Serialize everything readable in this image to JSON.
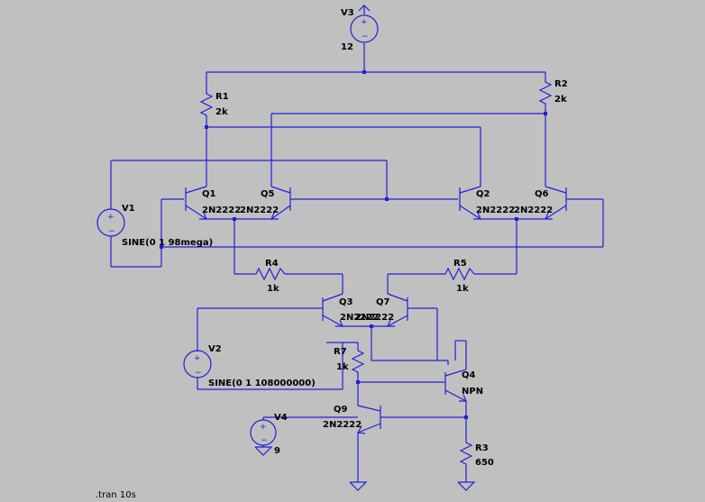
{
  "components": {
    "V3": {
      "name": "V3",
      "value": "12"
    },
    "R1": {
      "name": "R1",
      "value": "2k"
    },
    "R2": {
      "name": "R2",
      "value": "2k"
    },
    "V1": {
      "name": "V1",
      "value": "SINE(0 1 98mega)"
    },
    "Q1": {
      "name": "Q1",
      "model": "2N2222"
    },
    "Q5": {
      "name": "Q5",
      "model": "2N2222"
    },
    "Q2": {
      "name": "Q2",
      "model": "2N2222"
    },
    "Q6": {
      "name": "Q6",
      "model": "2N2222"
    },
    "R4": {
      "name": "R4",
      "value": "1k"
    },
    "R5": {
      "name": "R5",
      "value": "1k"
    },
    "Q3": {
      "name": "Q3",
      "model": "2N2222"
    },
    "Q7": {
      "name": "Q7",
      "model": "2N2222"
    },
    "V2": {
      "name": "V2",
      "value": "SINE(0 1 108000000)"
    },
    "R7": {
      "name": "R7",
      "value": "1k"
    },
    "Q4": {
      "name": "Q4",
      "model": "NPN"
    },
    "V4": {
      "name": "V4",
      "value": "9"
    },
    "Q9": {
      "name": "Q9",
      "model": "2N2222"
    },
    "R3": {
      "name": "R3",
      "value": "650"
    }
  },
  "directive": ".tran 10s",
  "colors": {
    "wire": "#2020d8",
    "background": "#c0c0c0",
    "label": "#000000"
  }
}
